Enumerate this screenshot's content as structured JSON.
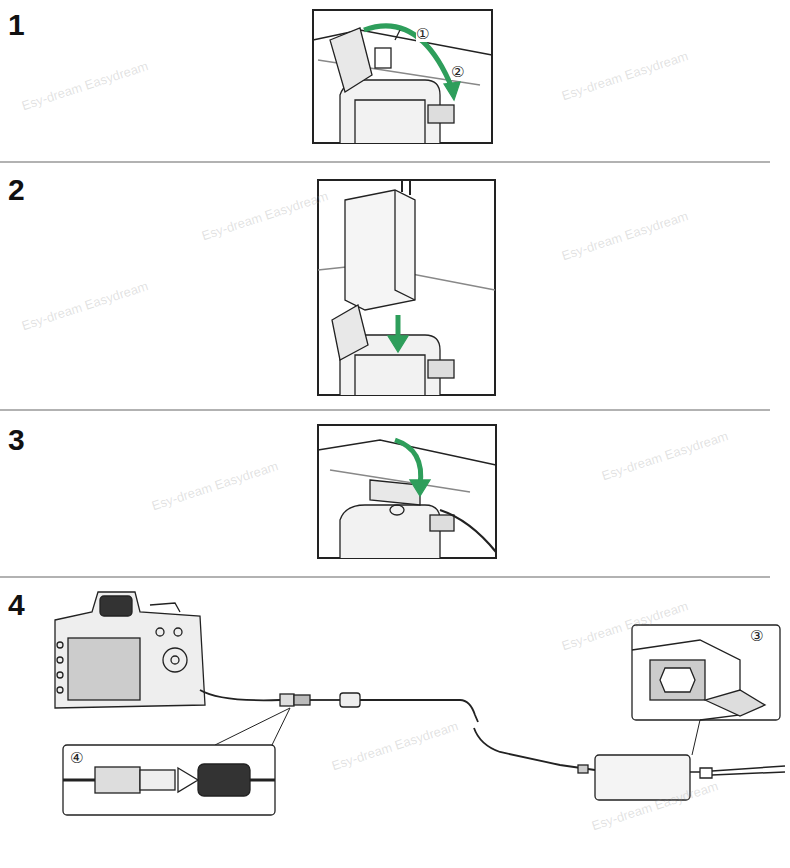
{
  "diagram": {
    "labels": [
      "1",
      "①",
      "②",
      "2",
      "3",
      "4",
      "③",
      "④",
      "Esy-dream Easydream",
      "Esy-dream Easydream",
      "Esy-dream Easydream",
      "Esy-dream Easydream",
      "Esy-dream Easydream",
      "Esy-dream Easydream",
      "Esy-dream Easydream",
      "Esy-dream Easydream",
      "Esy-dream Easydream",
      "Esy-dream Easydream"
    ]
  }
}
